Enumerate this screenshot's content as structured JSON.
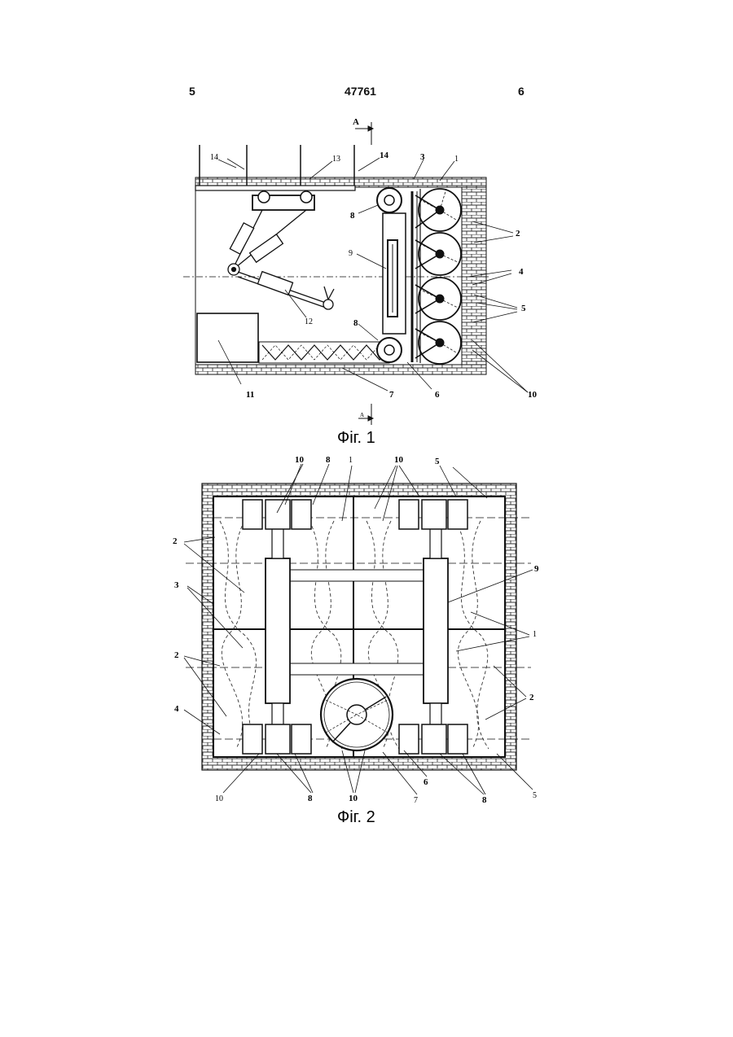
{
  "header": {
    "page_left": "5",
    "doc_number": "47761",
    "page_right": "6"
  },
  "fig1": {
    "caption": "Фіг. 1",
    "section_mark_top": "A",
    "section_mark_bottom": "A",
    "labels": {
      "l1": "1",
      "l2": "2",
      "l3": "3",
      "l4": "4",
      "l5": "5",
      "l6": "6",
      "l7": "7",
      "l8a": "8",
      "l8b": "8",
      "l9": "9",
      "l10": "10",
      "l11": "11",
      "l12": "12",
      "l13": "13",
      "l14a": "14",
      "l14b": "14"
    }
  },
  "fig2": {
    "caption": "Фіг. 2",
    "labels": {
      "t10a": "10",
      "t8": "8",
      "t1": "1",
      "t10b": "10",
      "t5": "5",
      "r9": "9",
      "r1": "1",
      "r2": "2",
      "l2a": "2",
      "l3": "3",
      "l2b": "2",
      "l4": "4",
      "b10a": "10",
      "b8a": "8",
      "b10b": "10",
      "b7": "7",
      "b6": "6",
      "b8b": "8",
      "b5": "5"
    }
  }
}
